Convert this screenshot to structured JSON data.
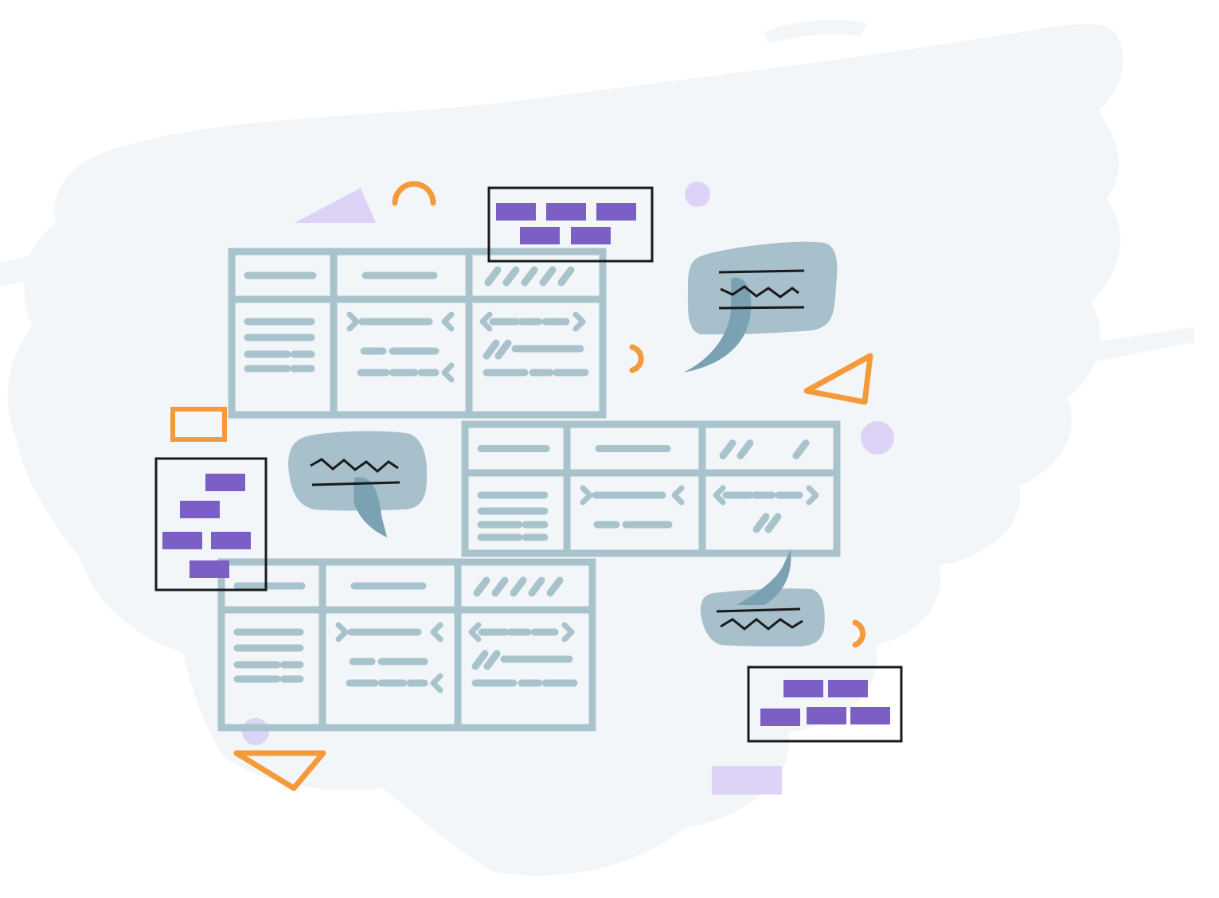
{
  "colors": {
    "background": "#ffffff",
    "brush": "#f3f6f9",
    "table": "#a9c3cd",
    "bubble": "#a7c0cb",
    "bubble_tail": "#7aa2b3",
    "purple": "#7b5fc4",
    "lavender": "#ddd3f6",
    "orange": "#f59a3a",
    "ink": "#1a1a1a"
  },
  "tables": [
    {
      "name": "table-top"
    },
    {
      "name": "table-middle"
    },
    {
      "name": "table-bottom"
    }
  ],
  "speech_bubbles": [
    {
      "name": "speech-bubble-top-right"
    },
    {
      "name": "speech-bubble-middle-left"
    },
    {
      "name": "speech-bubble-bottom-right"
    }
  ],
  "note_cards": [
    {
      "name": "note-card-top",
      "blocks": 5
    },
    {
      "name": "note-card-left",
      "blocks": 5
    },
    {
      "name": "note-card-bottom-right",
      "blocks": 5
    }
  ],
  "decorations": [
    "lavender-triangle",
    "orange-arc",
    "lavender-dot",
    "orange-arc",
    "orange-triangle",
    "orange-rectangle",
    "lavender-dot",
    "orange-arc",
    "lavender-dot",
    "orange-triangle",
    "lavender-rectangle"
  ]
}
